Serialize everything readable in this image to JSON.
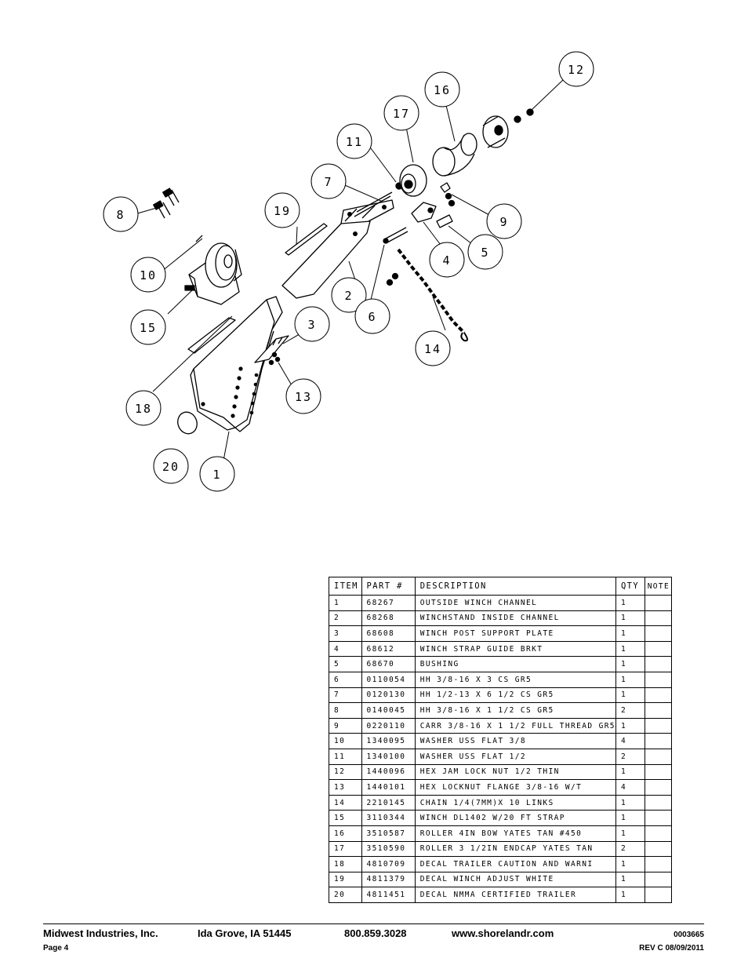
{
  "callouts": [
    "1",
    "2",
    "3",
    "4",
    "5",
    "6",
    "7",
    "8",
    "9",
    "10",
    "11",
    "12",
    "13",
    "14",
    "15",
    "16",
    "17",
    "18",
    "19",
    "20"
  ],
  "table": {
    "headers": {
      "item": "ITEM",
      "part": "PART #",
      "description": "DESCRIPTION",
      "qty": "QTY",
      "note": "NOTE"
    },
    "rows": [
      {
        "item": "1",
        "part": "68267",
        "description": "OUTSIDE WINCH CHANNEL",
        "qty": "1",
        "note": ""
      },
      {
        "item": "2",
        "part": "68268",
        "description": "WINCHSTAND   INSIDE CHANNEL",
        "qty": "1",
        "note": ""
      },
      {
        "item": "3",
        "part": "68608",
        "description": "WINCH POST SUPPORT PLATE",
        "qty": "1",
        "note": ""
      },
      {
        "item": "4",
        "part": "68612",
        "description": "WINCH STRAP GUIDE BRKT",
        "qty": "1",
        "note": ""
      },
      {
        "item": "5",
        "part": "68670",
        "description": "BUSHING",
        "qty": "1",
        "note": ""
      },
      {
        "item": "6",
        "part": "0110054",
        "description": "HH 3/8-16 X 3 CS GR5",
        "qty": "1",
        "note": ""
      },
      {
        "item": "7",
        "part": "0120130",
        "description": "HH 1/2-13 X 6 1/2 CS GR5",
        "qty": "1",
        "note": ""
      },
      {
        "item": "8",
        "part": "0140045",
        "description": "HH 3/8-16 X 1 1/2 CS GR5",
        "qty": "2",
        "note": ""
      },
      {
        "item": "9",
        "part": "0220110",
        "description": "CARR 3/8-16 X 1 1/2 FULL THREAD GR5",
        "qty": "1",
        "note": ""
      },
      {
        "item": "10",
        "part": "1340095",
        "description": "WASHER USS FLAT 3/8",
        "qty": "4",
        "note": ""
      },
      {
        "item": "11",
        "part": "1340100",
        "description": "WASHER USS FLAT 1/2",
        "qty": "2",
        "note": ""
      },
      {
        "item": "12",
        "part": "1440096",
        "description": "HEX JAM LOCK NUT 1/2 THIN",
        "qty": "1",
        "note": ""
      },
      {
        "item": "13",
        "part": "1440101",
        "description": "HEX LOCKNUT FLANGE 3/8-16 W/T",
        "qty": "4",
        "note": ""
      },
      {
        "item": "14",
        "part": "2210145",
        "description": "CHAIN 1/4(7MM)X 10 LINKS",
        "qty": "1",
        "note": ""
      },
      {
        "item": "15",
        "part": "3110344",
        "description": "WINCH DL1402 W/20 FT STRAP",
        "qty": "1",
        "note": ""
      },
      {
        "item": "16",
        "part": "3510587",
        "description": "ROLLER 4IN BOW YATES TAN #450",
        "qty": "1",
        "note": ""
      },
      {
        "item": "17",
        "part": "3510590",
        "description": "ROLLER 3 1/2IN ENDCAP YATES TAN",
        "qty": "2",
        "note": ""
      },
      {
        "item": "18",
        "part": "4810709",
        "description": "DECAL TRAILER CAUTION AND WARNI",
        "qty": "1",
        "note": ""
      },
      {
        "item": "19",
        "part": "4811379",
        "description": "DECAL WINCH ADJUST WHITE",
        "qty": "1",
        "note": ""
      },
      {
        "item": "20",
        "part": "4811451",
        "description": "DECAL NMMA CERTIFIED TRAILER",
        "qty": "1",
        "note": ""
      }
    ]
  },
  "footer": {
    "company": "Midwest Industries, Inc.",
    "location": "Ida Grove, IA  51445",
    "phone": "800.859.3028",
    "website": "www.shorelandr.com",
    "doc_number": "0003665",
    "page": "Page 4",
    "revision": "REV C   08/09/2011"
  }
}
